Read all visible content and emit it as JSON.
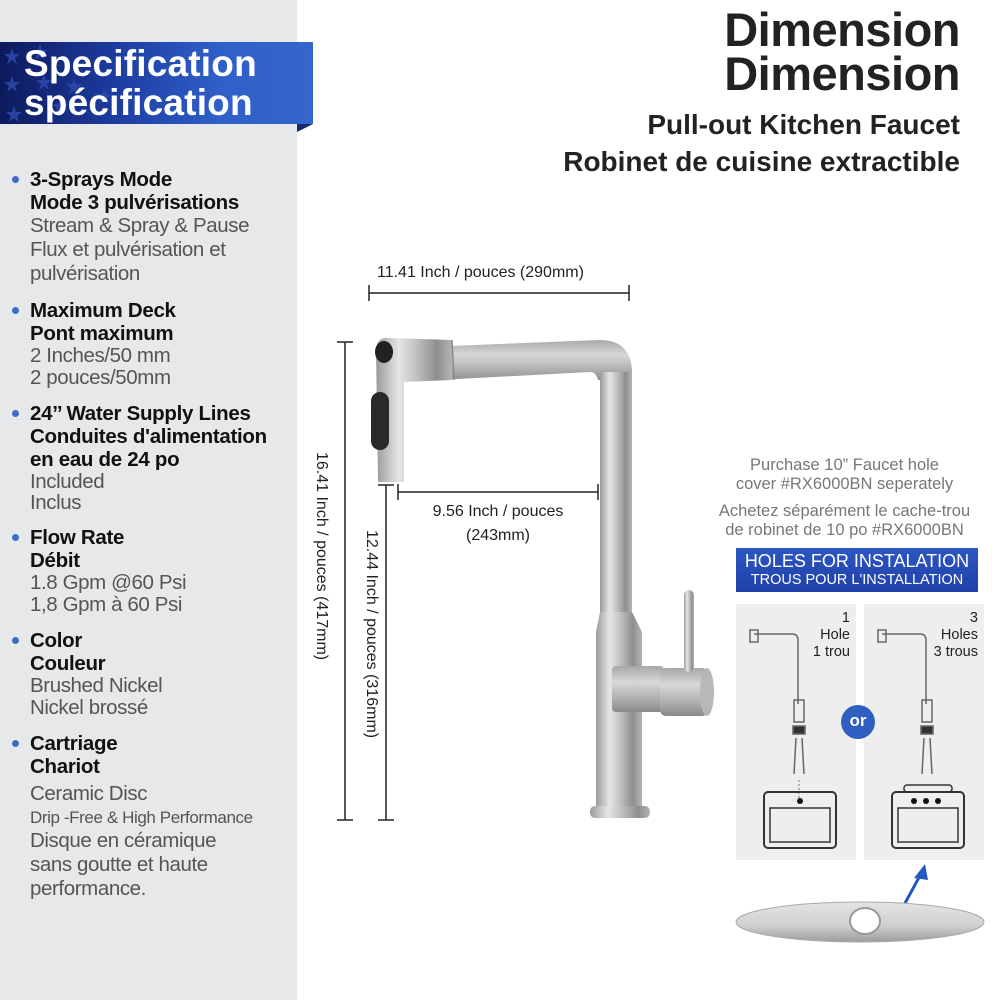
{
  "spec_panel": {
    "title_en": "Specification",
    "title_fr": "spécification",
    "items": [
      {
        "head": [
          "3-Sprays Mode",
          "Mode 3 pulvérisations"
        ],
        "values": [
          "Stream & Spray & Pause",
          "Flux et pulvérisation et",
          "pulvérisation"
        ]
      },
      {
        "head": [
          "Maximum Deck",
          "Pont maximum"
        ],
        "values": [
          "2 Inches/50 mm",
          "2 pouces/50mm"
        ]
      },
      {
        "head": [
          "24’’ Water Supply Lines",
          "Conduites d'alimentation",
          "en eau de 24 po"
        ],
        "values": [
          "Included",
          "Inclus"
        ]
      },
      {
        "head": [
          "Flow Rate",
          "Débit"
        ],
        "values": [
          "1.8 Gpm @60 Psi",
          "1,8 Gpm à 60 Psi"
        ]
      },
      {
        "head": [
          "Color",
          "Couleur"
        ],
        "values": [
          "Brushed Nickel",
          "Nickel brossé"
        ]
      },
      {
        "head": [
          "Cartriage",
          "Chariot"
        ],
        "values": [
          "Ceramic Disc"
        ],
        "small_value": "Drip -Free & High Performance",
        "values_after": [
          "Disque en céramique",
          "sans goutte et haute",
          "performance."
        ]
      }
    ]
  },
  "header": {
    "title_line1": "Dimension",
    "title_line2": "Dimension",
    "subtitle_en": "Pull-out Kitchen Faucet",
    "subtitle_fr": "Robinet de cuisine extractible"
  },
  "dimensions": {
    "reach_total": "11.41 Inch / pouces (290mm)",
    "reach_spout_line1": "9.56 Inch / pouces",
    "reach_spout_line2": "(243mm)",
    "height_total": "16.41 Inch / pouces (417mm)",
    "height_spout": "12.44 Inch / pouces (316mm)"
  },
  "installation": {
    "purchase_en_line1": "Purchase 10” Faucet hole",
    "purchase_en_line2": "cover #RX6000BN seperately",
    "purchase_fr_line1": "Achetez séparément le cache-trou",
    "purchase_fr_line2": "de robinet de 10 po #RX6000BN",
    "banner_en": "HOLES FOR INSTALATION",
    "banner_fr": "TROUS POUR L'INSTALLATION",
    "option1": {
      "count": "1",
      "en": "Hole",
      "fr": "1 trou"
    },
    "option2": {
      "count": "3",
      "en": "Holes",
      "fr": "3 trous"
    },
    "or_label": "or"
  },
  "colors": {
    "accent_blue": "#2f5fc0",
    "panel_gray": "#e7e8ea",
    "banner_dark": "#0c1a5c"
  }
}
